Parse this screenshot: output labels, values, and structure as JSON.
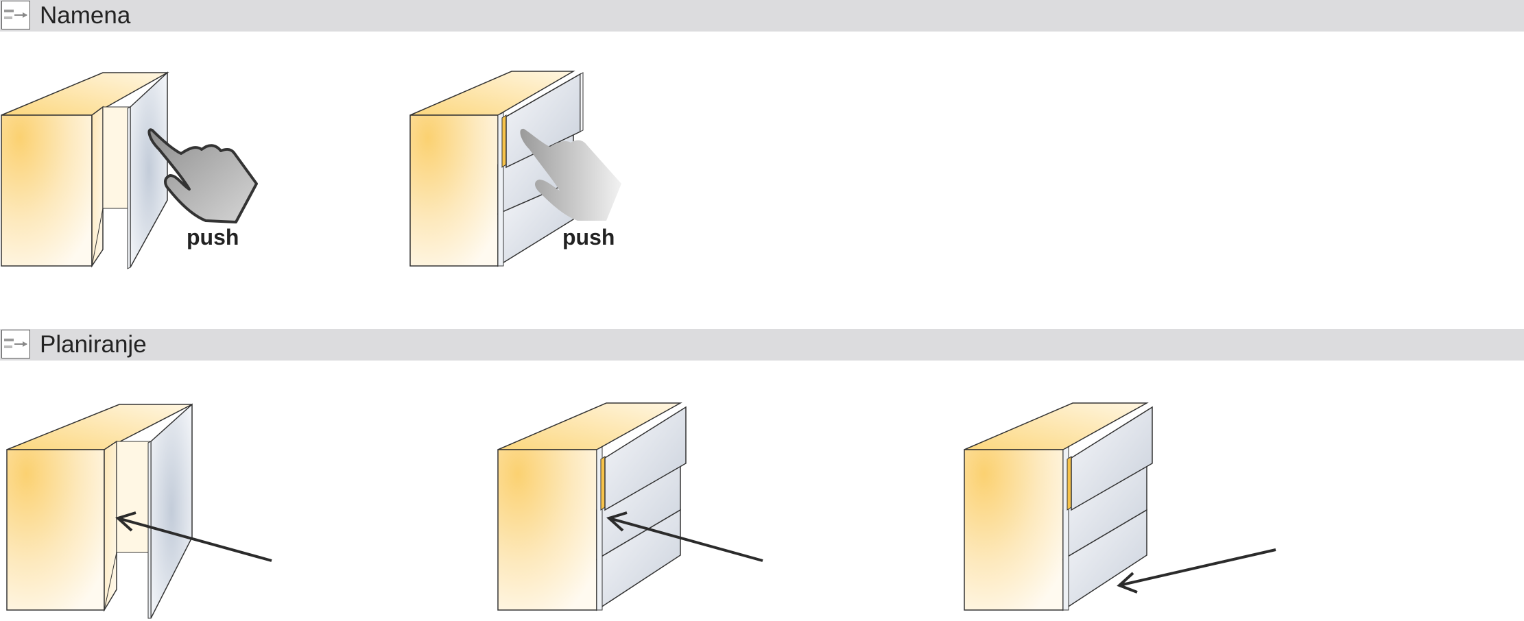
{
  "sections": [
    {
      "title": "Namena",
      "icon": "section-diagram-icon"
    },
    {
      "title": "Planiranje",
      "icon": "section-diagram-icon"
    }
  ],
  "namena": {
    "push_label_1": "push",
    "push_label_2": "push"
  },
  "colors": {
    "section_bar": "#dcdcde",
    "cabinet_side": "#fbd98a",
    "front_panel": "#e7ebf2",
    "hand_gray": "#a9a9a9",
    "line": "#333333"
  },
  "figures": [
    {
      "name": "cabinet-door-push",
      "icon": "hand-pointer-icon"
    },
    {
      "name": "cabinet-drawer-push",
      "icon": "hand-pointer-icon"
    },
    {
      "name": "cabinet-door-arrow",
      "icon": "arrow-icon"
    },
    {
      "name": "cabinet-drawers-arrow-top",
      "icon": "arrow-icon"
    },
    {
      "name": "cabinet-drawers-arrow-bottom",
      "icon": "arrow-icon"
    }
  ]
}
